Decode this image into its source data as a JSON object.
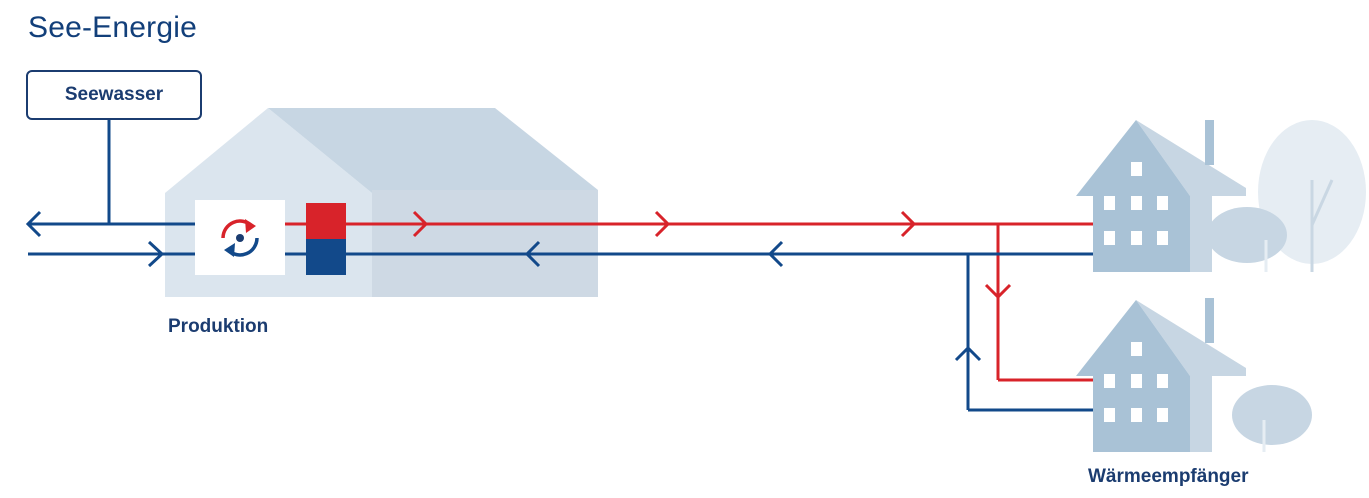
{
  "diagram": {
    "title": "See-Energie",
    "source_label": "Seewasser",
    "plant_label": "Produktion",
    "consumer_label": "Wärmeempfänger"
  },
  "colors": {
    "supply_red": "#d8232a",
    "return_blue": "#12498a",
    "building_light": "#dbe5ee",
    "building_mid": "#c7d6e3",
    "house": "#a9c2d6",
    "window": "#ffffff",
    "title_text": "#123f7a"
  }
}
